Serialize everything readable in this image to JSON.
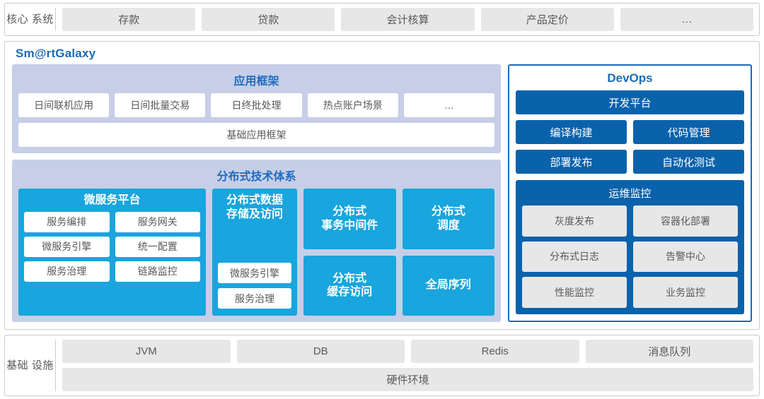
{
  "core_systems": {
    "label": "核心\n系统",
    "items": [
      "存款",
      "贷款",
      "会计核算",
      "产品定价",
      "…"
    ]
  },
  "brand": {
    "name": "Sm@rtGalaxy"
  },
  "app_framework": {
    "title": "应用框架",
    "items": [
      "日间联机应用",
      "日间批量交易",
      "日终批处理",
      "热点账户场景",
      "…"
    ],
    "base": "基础应用框架"
  },
  "distributed": {
    "title": "分布式技术体系",
    "microservice": {
      "title": "微服务平台",
      "items": [
        "服务编排",
        "服务网关",
        "微服务引擎",
        "统一配置",
        "服务治理",
        "链路监控"
      ]
    },
    "storage": {
      "title": "分布式数据\n存储及访问",
      "items": [
        "微服务引擎",
        "服务治理"
      ]
    },
    "col3": [
      {
        "title": "分布式\n事务中间件"
      },
      {
        "title": "分布式\n缓存访问"
      }
    ],
    "col4": [
      {
        "title": "分布式\n调度"
      },
      {
        "title": "全局序列"
      }
    ]
  },
  "devops": {
    "title": "DevOps",
    "platform": "开发平台",
    "rows": [
      [
        "编译构建",
        "代码管理"
      ],
      [
        "部署发布",
        "自动化测试"
      ]
    ],
    "ops": {
      "title": "运维监控",
      "items": [
        "灰度发布",
        "容器化部署",
        "分布式日志",
        "告警中心",
        "性能监控",
        "业务监控"
      ]
    }
  },
  "infrastructure": {
    "label": "基础\n设施",
    "items": [
      "JVM",
      "DB",
      "Redis",
      "消息队列"
    ],
    "hardware": "硬件环境"
  },
  "colors": {
    "brand_blue": "#1a6cb5",
    "panel_bg": "#c6cfe7",
    "cyan": "#19a5dd",
    "devops_blue": "#0a62ab",
    "chip_gray": "#e7e7e8"
  }
}
